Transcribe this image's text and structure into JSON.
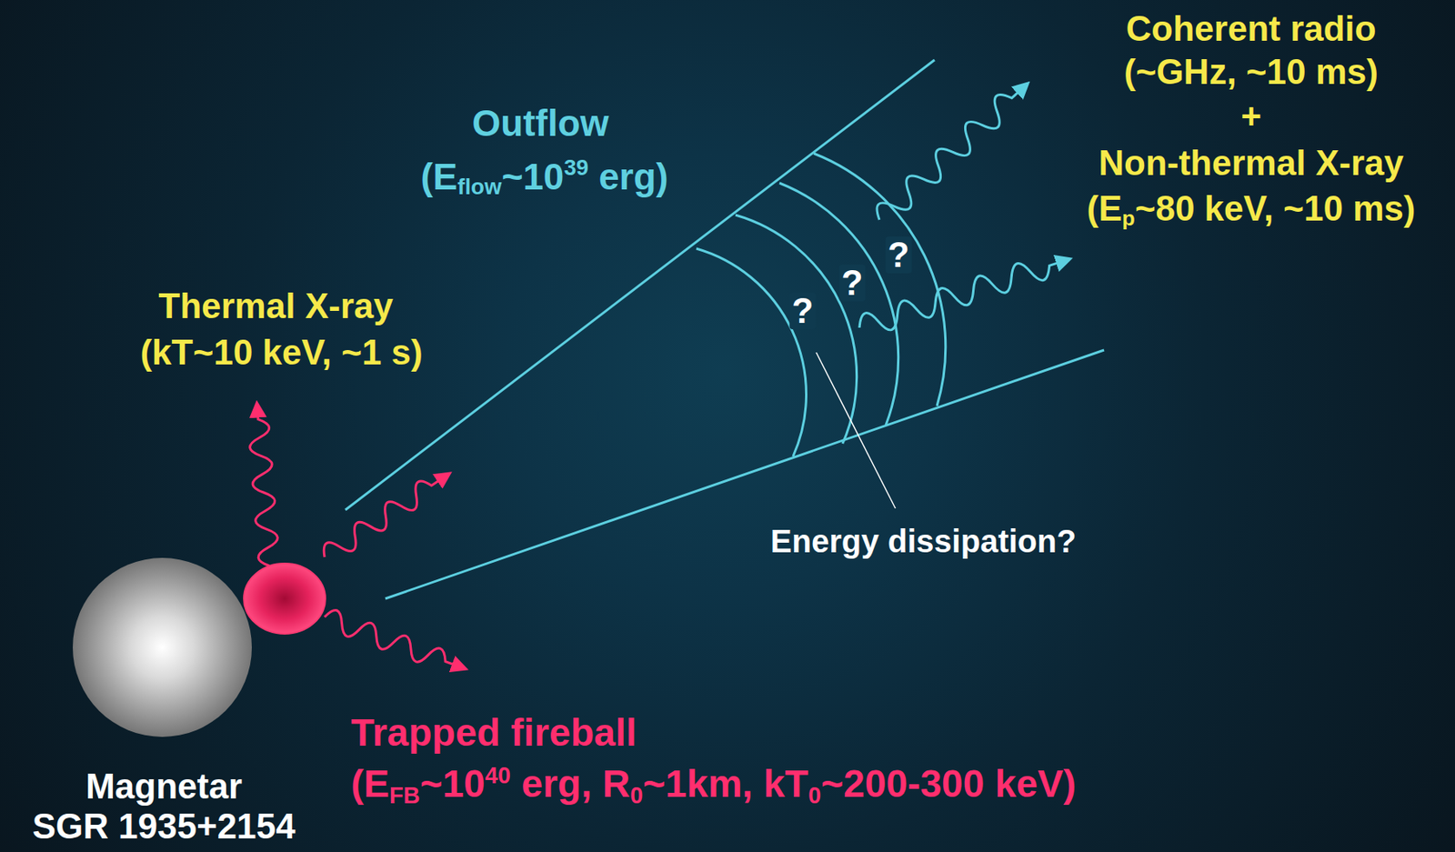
{
  "diagram": {
    "nodes": [
      {
        "text": [
          "Magnetar",
          "SGR 1935+2154"
        ]
      },
      {
        "text": [
          "Trapped fireball",
          "(EFB~1040 erg, R0~1km, kT0~200-300 keV)"
        ]
      }
    ],
    "labels": [
      "Thermal X-ray",
      "(kT~10 keV, ~1 s)",
      "Outflow",
      "(Eflow~1039 erg)",
      "?",
      "?",
      "?",
      "Energy dissipation?",
      "Coherent radio",
      "(~GHz, ~10 ms)",
      "+",
      "Non-thermal X-ray",
      "(Ep~80 keV, ~10 ms)"
    ]
  }
}
